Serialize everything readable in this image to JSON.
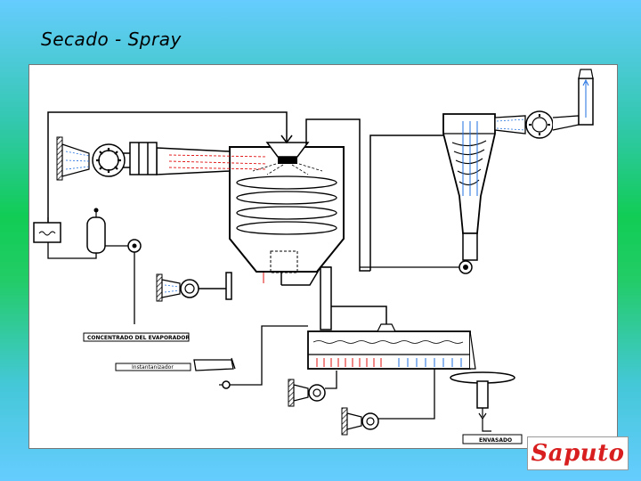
{
  "slide": {
    "title": "Secado - Spray"
  },
  "diagram": {
    "labels": {
      "concentrate": "CONCENTRADO DEL EVAPORADOR",
      "instantizer": "Instantanizador",
      "packaging": "ENVASADO"
    }
  },
  "logo": {
    "text": "Saputo",
    "color": "#d81e1e"
  }
}
